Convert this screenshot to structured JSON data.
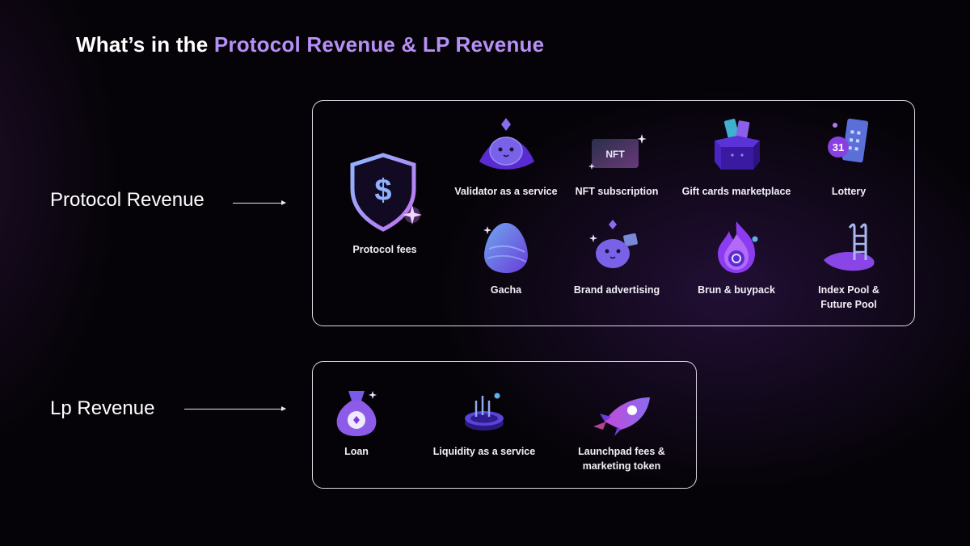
{
  "title": {
    "prefix": "What’s in the ",
    "highlight": "Protocol Revenue & LP Revenue"
  },
  "rows": {
    "protocol": {
      "label": "Protocol Revenue"
    },
    "lp": {
      "label": "Lp Revenue"
    }
  },
  "protocol_items": {
    "fees": {
      "label": "Protocol fees",
      "icon": "shield-dollar-icon"
    },
    "validator": {
      "label": "Validator as a service",
      "icon": "slime-cape-icon"
    },
    "nft": {
      "label": "NFT subscription",
      "icon": "nft-card-icon",
      "card_text": "NFT"
    },
    "giftcards": {
      "label": "Gift cards marketplace",
      "icon": "gift-box-icon"
    },
    "lottery": {
      "label": "Lottery",
      "icon": "lottery-ticket-icon",
      "badge": "31"
    },
    "gacha": {
      "label": "Gacha",
      "icon": "egg-icon"
    },
    "brand": {
      "label": "Brand advertising",
      "icon": "slime-sign-icon"
    },
    "burn": {
      "label": "Brun & buypack",
      "icon": "flame-coin-icon"
    },
    "index_line1": {
      "label": "Index Pool &"
    },
    "index_line2": {
      "label": "Future Pool",
      "icon": "pool-ladder-icon"
    }
  },
  "lp_items": {
    "loan": {
      "label": "Loan",
      "icon": "money-bag-icon"
    },
    "liquidity": {
      "label": "Liquidity as a service",
      "icon": "liquidity-pool-icon"
    },
    "launch_line1": {
      "label": "Launchpad fees &"
    },
    "launch_line2": {
      "label": "marketing token",
      "icon": "rocket-icon"
    }
  },
  "colors": {
    "accent": "#b690f5",
    "background": "#050307",
    "icon_purple": "#7b4fe0"
  }
}
